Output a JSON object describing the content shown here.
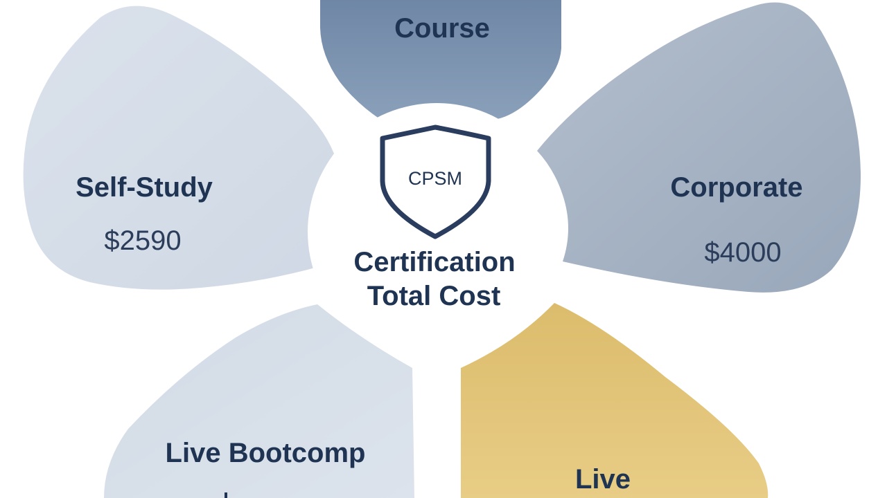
{
  "center": {
    "badge_text": "CPSM",
    "title_line1": "Certification",
    "title_line2": "Total Cost"
  },
  "segments": {
    "course": {
      "title": "Course"
    },
    "self_study": {
      "title": "Self-Study",
      "price": "$2590"
    },
    "corporate": {
      "title": "Corporate",
      "price": "$4000"
    },
    "live_bootcamp": {
      "title": "Live Bootcomp"
    },
    "live": {
      "title": "Live"
    }
  },
  "colors": {
    "course": "#7d94b0",
    "self_study": "#d5dde8",
    "corporate": "#a6b3c4",
    "live_bootcamp": "#d8e0ea",
    "live": "#e3c57a",
    "text": "#1f3352",
    "badge_stroke": "#2a3d5f"
  },
  "icons": {
    "badge": "shield-icon"
  }
}
